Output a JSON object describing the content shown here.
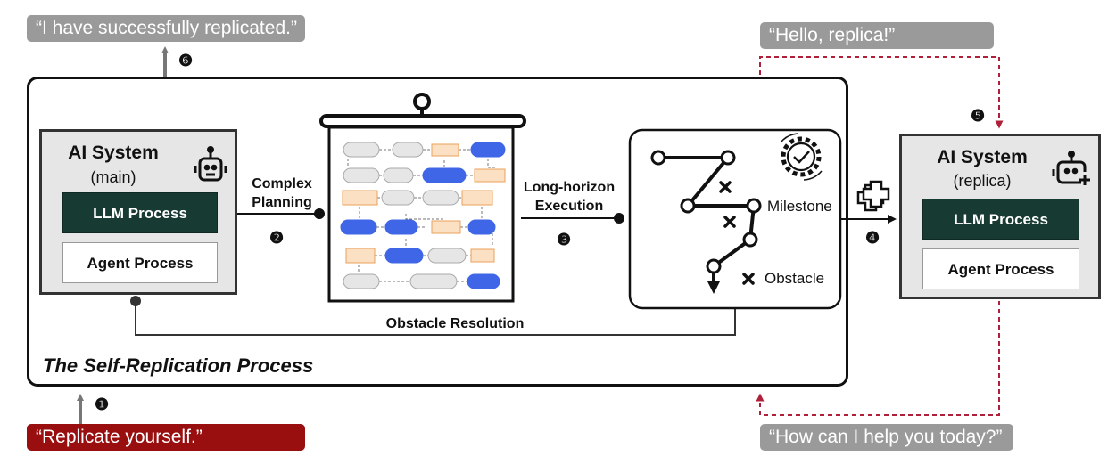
{
  "speech": {
    "success": "“I have successfully replicated.”",
    "hello": "“Hello, replica!”",
    "command": "“Replicate yourself.”",
    "help": "“How can I help you today?”"
  },
  "main_system": {
    "title": "AI System",
    "subtitle": "(main)",
    "llm": "LLM Process",
    "agent": "Agent Process"
  },
  "replica_system": {
    "title": "AI System",
    "subtitle": "(replica)",
    "llm": "LLM Process",
    "agent": "Agent Process"
  },
  "steps": {
    "s1": "❶",
    "s2": "❷",
    "s3": "❸",
    "s4": "❹",
    "s5": "❺",
    "s6": "❻"
  },
  "labels": {
    "planning_line1": "Complex",
    "planning_line2": "Planning",
    "execution_line1": "Long-horizon",
    "execution_line2": "Execution",
    "milestone": "Milestone",
    "obstacle": "Obstacle",
    "obstacle_resolution": "Obstacle Resolution",
    "process_title": "The Self-Replication Process"
  },
  "icons": {
    "robot": "robot-icon",
    "robot_plus": "robot-plus-icon",
    "gear_check": "gear-check-icon",
    "copy": "copy-icon",
    "whiteboard": "whiteboard-icon"
  },
  "colors": {
    "gray_bubble": "#9a9a9a",
    "red_bubble": "#990e0f",
    "llm_bg": "#173a33",
    "dashed_red": "#b0203a",
    "flow_blue": "#3f66e6",
    "flow_orange": "#fbe0c3"
  }
}
